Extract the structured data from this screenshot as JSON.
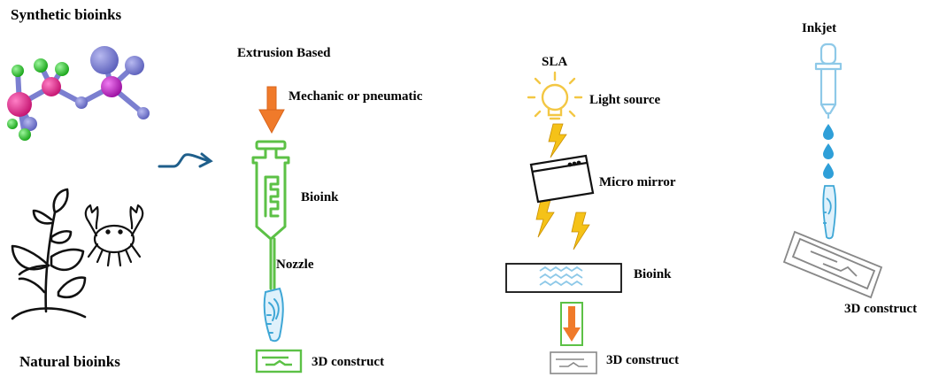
{
  "labels": {
    "synthetic": "Synthetic bioinks",
    "natural": "Natural bioinks",
    "extrusion_title": "Extrusion Based",
    "mechanic": "Mechanic or pneumatic",
    "extrusion_bioink": "Bioink",
    "nozzle": "Nozzle",
    "extrusion_construct": "3D construct",
    "sla_title": "SLA",
    "light_source": "Light source",
    "micro_mirror": "Micro mirror",
    "sla_bioink": "Bioink",
    "sla_construct": "3D construct",
    "inkjet_title": "Inkjet",
    "inkjet_construct": "3D construct"
  },
  "icons": {
    "molecule": "ball-and-stick-molecule-icon",
    "plant": "plant-sprout-icon",
    "crab": "crab-icon",
    "syringe": "syringe-icon",
    "bulb": "light-bulb-icon",
    "mirror": "micro-mirror-window-icon",
    "dropper": "dropper-icon"
  },
  "colors": {
    "magenta": "#e0198a",
    "purple": "#c51ec9",
    "green": "#2ecc2e",
    "periwinkle": "#7b7fd0",
    "syringe_green": "#5cc146",
    "arrow_orange": "#f07a2a",
    "arrow_green": "#5cc146",
    "bolt_yellow": "#f5c218",
    "bulb_yellow": "#f3c744",
    "light_blue": "#8ec9e8",
    "nozzle_blue": "#3fa7d6",
    "droplet_blue": "#2f9fd8",
    "curve_arrow": "#1f5f8b",
    "gray": "#888888"
  }
}
